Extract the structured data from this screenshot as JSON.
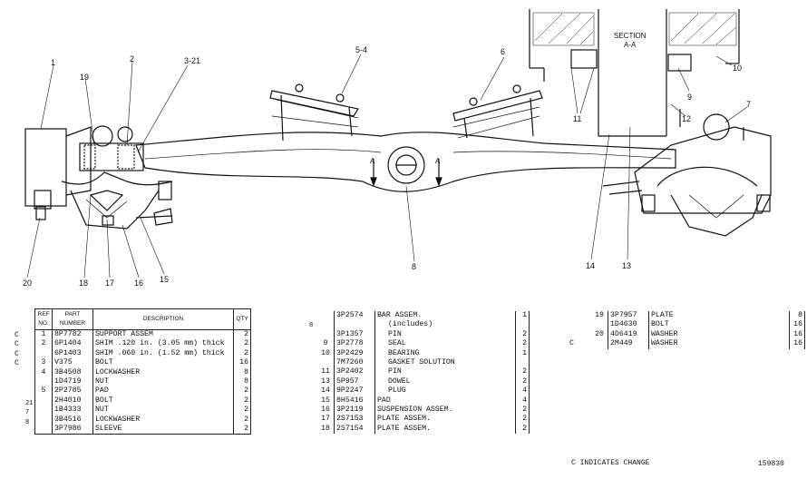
{
  "callouts": {
    "c1": "1",
    "c19": "19",
    "c2": "2",
    "c3_21": "3-21",
    "c5_4": "5-4",
    "c6": "6",
    "c7": "7",
    "c8": "8",
    "c9": "9",
    "c10": "10",
    "c11": "11",
    "c12": "12",
    "c13": "13",
    "c14": "14",
    "c15": "15",
    "c16": "16",
    "c17": "17",
    "c18": "18",
    "c20": "20"
  },
  "section": {
    "title": "SECTION",
    "subtitle": "A-A",
    "arrow_left": "A",
    "arrow_right": "A"
  },
  "table1": {
    "headers": {
      "ref": "REF NO.",
      "part": "PART NUMBER",
      "desc": "DESCRIPTION",
      "qty": "QTY"
    },
    "rows": [
      {
        "ref": "1",
        "part": "8P7782",
        "desc": "SUPPORT ASSEM",
        "qty": "2"
      },
      {
        "ref": "2",
        "part": "6P1404",
        "desc": "SHIM .120 in. (3.05 mm) thick",
        "qty": "2"
      },
      {
        "ref": "",
        "part": "6P1403",
        "desc": "SHIM .060 in. (1.52 mm) thick",
        "qty": "2"
      },
      {
        "ref": "3",
        "part": "V375",
        "desc": "BOLT",
        "qty": "16"
      },
      {
        "ref": "4",
        "part": "3B4508",
        "desc": "LOCKWASHER",
        "qty": "8"
      },
      {
        "ref": "",
        "part": "1D4719",
        "desc": "NUT",
        "qty": "8"
      },
      {
        "ref": "5",
        "part": "2P2785",
        "desc": "PAD",
        "qty": "2"
      },
      {
        "ref": "",
        "part": "2H4010",
        "desc": "BOLT",
        "qty": "2"
      },
      {
        "ref": "",
        "part": "1B4333",
        "desc": "NUT",
        "qty": "2"
      },
      {
        "ref": "",
        "part": "3B4516",
        "desc": "LOCKWASHER",
        "qty": "2"
      },
      {
        "ref": "",
        "part": "3P7986",
        "desc": "SLEEVE",
        "qty": "2"
      }
    ],
    "flags": [
      "C",
      "C",
      "C",
      "C",
      "",
      "",
      "",
      "",
      "",
      "",
      ""
    ],
    "side_marks": {
      "m21": "21",
      "m7": "7",
      "m8": "8"
    }
  },
  "table2": {
    "rows": [
      {
        "ref": "",
        "part": "3P2574",
        "desc": "BAR ASSEM.",
        "qty": "1"
      },
      {
        "ref": "",
        "part": "",
        "desc": "(includes)",
        "qty": ""
      },
      {
        "ref": "",
        "part": "3P1357",
        "desc": "PIN",
        "qty": "2"
      },
      {
        "ref": "9",
        "part": "3P2778",
        "desc": "SEAL",
        "qty": "2"
      },
      {
        "ref": "10",
        "part": "3P2429",
        "desc": "BEARING",
        "qty": "1"
      },
      {
        "ref": "",
        "part": "7M7260",
        "desc": "GASKET SOLUTION",
        "qty": ""
      },
      {
        "ref": "11",
        "part": "3P2402",
        "desc": "PIN",
        "qty": "2"
      },
      {
        "ref": "13",
        "part": "5P957",
        "desc": "DOWEL",
        "qty": "2"
      },
      {
        "ref": "14",
        "part": "9P2247",
        "desc": "PLUG",
        "qty": "4"
      },
      {
        "ref": "15",
        "part": "8H5416",
        "desc": "PAD",
        "qty": "4"
      },
      {
        "ref": "16",
        "part": "3P2119",
        "desc": "SUSPENSION ASSEM.",
        "qty": "2"
      },
      {
        "ref": "17",
        "part": "2S7153",
        "desc": "PLATE ASSEM.",
        "qty": "2"
      },
      {
        "ref": "18",
        "part": "2S7154",
        "desc": "PLATE ASSEM.",
        "qty": "2"
      }
    ],
    "side_marks": {
      "m8": "8"
    }
  },
  "table3": {
    "rows": [
      {
        "ref": "19",
        "part": "3P7957",
        "desc": "PLATE",
        "qty": "8"
      },
      {
        "ref": "",
        "part": "1D4630",
        "desc": "BOLT",
        "qty": "16"
      },
      {
        "ref": "20",
        "part": "4D6419",
        "desc": "WASHER",
        "qty": "16"
      },
      {
        "ref": "",
        "part": "2M449",
        "desc": "WASHER",
        "qty": "16"
      }
    ],
    "flags": [
      "",
      "",
      "",
      "C"
    ]
  },
  "footer": {
    "note": "C INDICATES CHANGE",
    "drawing_number": "159830"
  },
  "colors": {
    "ink": "#111111",
    "paper": "#ffffff"
  }
}
